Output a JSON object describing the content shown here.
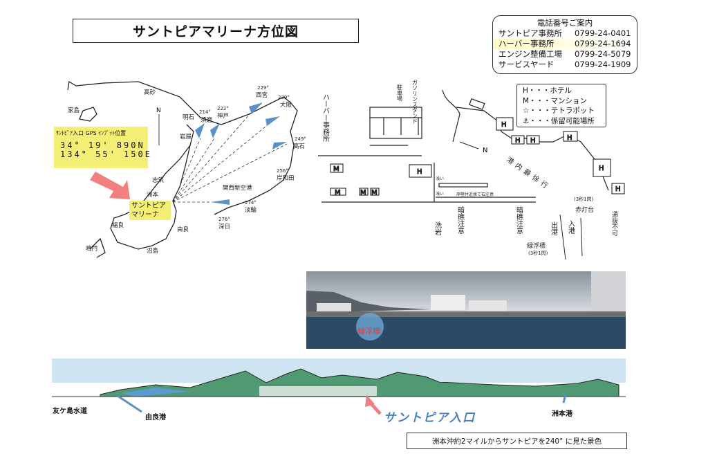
{
  "title": "サントピアマリーナ方位図",
  "phone": {
    "heading": "電話番号ご案内",
    "rows": [
      {
        "name": "サントピア事務所",
        "number": "0799-24-0401"
      },
      {
        "name": "ハーバー事務所",
        "number": "0799-24-1694"
      },
      {
        "name": "エンジン整備工場",
        "number": "0799-24-5079"
      },
      {
        "name": "サービスヤード",
        "number": "0799-24-1909"
      }
    ]
  },
  "area_map": {
    "gps_title": "ｻﾝﾄﾋﾟｱ入口 GPS ｲﾝﾌﾟｯﾄ位置",
    "lat": "34° 19' 890N",
    "lon": "134° 55' 150E",
    "marina_label_1": "サントピア",
    "marina_label_2": "マリーナ",
    "north": "N",
    "places": {
      "takasago": "高砂",
      "ieshima": "家島",
      "akashi": "明石",
      "suma": "須磨",
      "kobe": "神戸",
      "nishinomiya": "西宮",
      "osaka": "大阪",
      "takaishi": "高石",
      "kishiwada": "岸和田",
      "kix": "関西新空港",
      "tannowa": "淡輪",
      "fuke": "深日",
      "iwaya": "岩屋",
      "shizuki": "志筑",
      "sumoto": "洲本",
      "yura": "由良",
      "fukura": "福良",
      "naruto": "鳴門",
      "nushima": "沼島"
    },
    "bearings": {
      "suma": "214°",
      "kobe": "222°",
      "nishinomiya": "229°",
      "osaka": "239°",
      "takaishi": "249°",
      "kishiwada": "256°",
      "tannowa": "274°",
      "fuke": "276°"
    }
  },
  "harbor_map": {
    "legend": [
      "H・・・ホテル",
      "M・・・マンション",
      "☆・・・テトラポット",
      "⚓・・・係留可能場所"
    ],
    "labels": {
      "harbor_office": "ハーバー事務所",
      "stand": "ガソリンスタンド",
      "parking": "駐車場",
      "north": "N",
      "slow": "港内最徐行",
      "red_light": "赤灯台",
      "red_light_sub": "(3秒1閃)",
      "green_buoy": "緑浮標",
      "green_buoy_sub": "(3秒1閃)",
      "exit": "出港",
      "enter": "入港",
      "no_pass": "通抜不可",
      "reef1": "暗礁注意",
      "reef2": "暗礁注意",
      "araiiwa": "洗岩",
      "shallow1": "浅い",
      "shallow2": "浅い",
      "wall_note": "岸壁付近捨て石注意",
      "hotel": "H",
      "mansion": "M"
    }
  },
  "photo": {
    "buoy_label": "緑浮標"
  },
  "panorama": {
    "tomogashima": "友ケ島水道",
    "yura_port": "由良港",
    "entry": "サントピア入口",
    "sumoto_port": "洲本港",
    "caption": "洲本沖約2マイルからサントピアを240° に見た景色"
  }
}
